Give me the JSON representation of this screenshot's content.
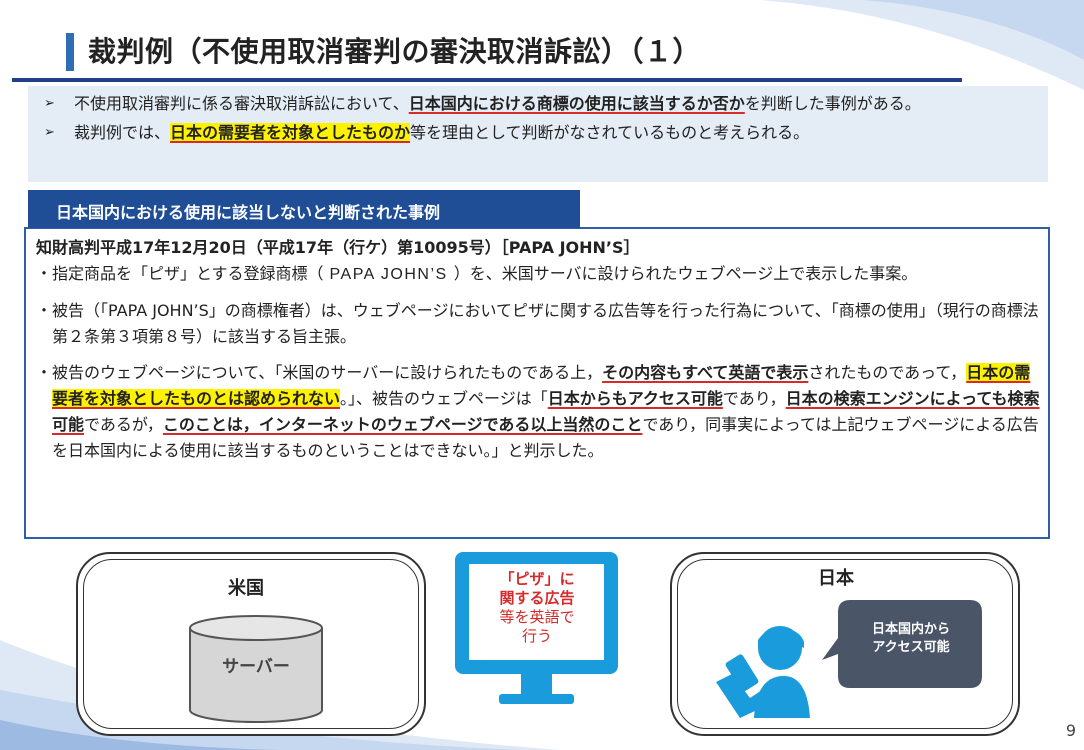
{
  "title": "裁判例（不使用取消審判の審決取消訴訟）（１）",
  "summary": {
    "bullet1": {
      "pre": "不使用取消審判に係る審決取消訴訟において、",
      "emphasis": "日本国内における商標の使用に該当するか否か",
      "post": "を判断した事例がある。"
    },
    "bullet2": {
      "pre": "裁判例では、",
      "emphasis": "日本の需要者を対象としたものか",
      "post": "等を理由として判断がなされているものと考えられる。"
    }
  },
  "case_tab": "日本国内における使用に該当しないと判断された事例",
  "case": {
    "heading": "知財高判平成17年12月20日（平成17年（行ケ）第10095号）［PAPA JOHN’S］",
    "item1": {
      "pre": "指定商品を「ピザ」とする登録商標（",
      "mark": "PAPA JOHN’S",
      "post": "）を、米国サーバに設けられたウェブページ上で表示した事案。"
    },
    "item2": "被告（「PAPA JOHN’S」の商標権者）は、ウェブページにおいてピザに関する広告等を行った行為について、「商標の使用」（現行の商標法第２条第３項第８号）に該当する旨主張。",
    "item3": {
      "t1": "被告のウェブページについて、「米国のサーバーに設けられたものである上，",
      "e1": "その内容もすべて英語で表示",
      "t2": "されたものであって，",
      "e2": "日本の需要者を対象としたものとは認められない",
      "t3": "。」、被告のウェブページは「",
      "e3": "日本からもアクセス可能",
      "t4": "であり，",
      "e4": "日本の検索エンジンによっても検索可能",
      "t5": "であるが，",
      "e5": "このことは，インターネットのウェブページである以上当然のこと",
      "t6": "であり，同事実によっては上記ウェブページによる広告を日本国内による使用に該当するものということはできない。」と判示した。"
    }
  },
  "diagram": {
    "us_label": "米国",
    "server_label": "サーバー",
    "monitor_line1": "「ピザ」に",
    "monitor_line2": "関する広告",
    "monitor_line3": "等を英語で",
    "monitor_line4": "行う",
    "jp_label": "日本",
    "bubble_line1": "日本国内から",
    "bubble_line2": "アクセス可能"
  },
  "page_number": "9",
  "colors": {
    "accent": "#2f6db5",
    "navy": "#1f4e96",
    "highlight": "#fff200",
    "emphasis_underline": "#d62b2b",
    "bubble": "#4a5568"
  }
}
